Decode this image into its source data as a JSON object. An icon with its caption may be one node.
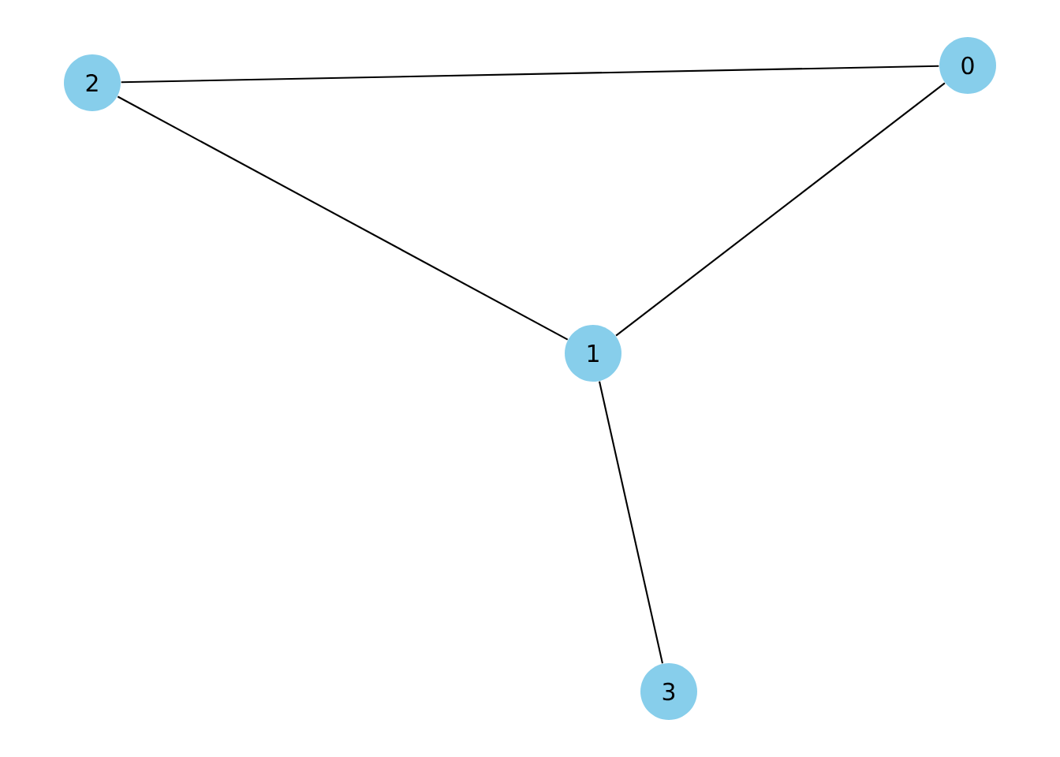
{
  "diagram": {
    "nodes": [
      {
        "text": [
          "0"
        ]
      },
      {
        "text": [
          "1"
        ]
      },
      {
        "text": [
          "2"
        ]
      },
      {
        "text": [
          "3"
        ]
      }
    ],
    "edges": [
      {
        "from": 0,
        "to": 2,
        "arrow": "none"
      },
      {
        "from": 0,
        "to": 1,
        "arrow": "none"
      },
      {
        "from": 1,
        "to": 2,
        "arrow": "none"
      },
      {
        "from": 1,
        "to": 3,
        "arrow": "none"
      }
    ]
  }
}
